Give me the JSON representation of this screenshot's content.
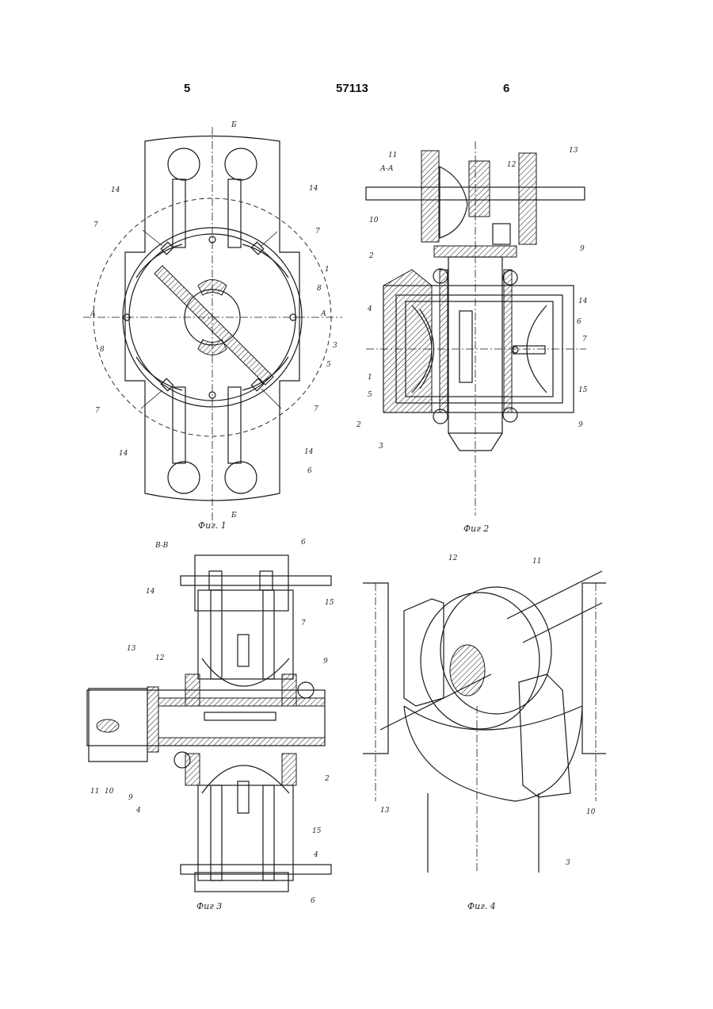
{
  "header": {
    "left_page": "5",
    "patent_number": "57113",
    "right_page": "6"
  },
  "figures": {
    "fig1": {
      "caption": "Фиг. 1",
      "section_marks": [
        "А",
        "А",
        "Б",
        "Б"
      ],
      "labels": [
        "14",
        "14",
        "7",
        "7",
        "1",
        "8",
        "3",
        "8",
        "5",
        "7",
        "7",
        "14",
        "14",
        "6"
      ]
    },
    "fig2": {
      "caption": "Фиг 2",
      "section_title": "А-А",
      "labels": [
        "11",
        "12",
        "13",
        "10",
        "2",
        "9",
        "4",
        "14",
        "6",
        "7",
        "1",
        "5",
        "15",
        "2",
        "9",
        "3"
      ]
    },
    "fig3": {
      "caption": "Фиг 3",
      "section_title": "В-В",
      "labels": [
        "6",
        "14",
        "15",
        "7",
        "13",
        "12",
        "9",
        "11",
        "10",
        "9",
        "4",
        "2",
        "15",
        "4",
        "6"
      ]
    },
    "fig4": {
      "caption": "Фиг. 4",
      "labels": [
        "12",
        "11",
        "13",
        "10",
        "3"
      ]
    }
  }
}
